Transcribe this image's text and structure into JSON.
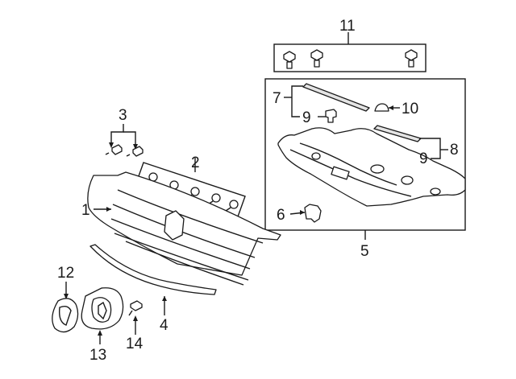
{
  "callouts": {
    "c1": "1",
    "c2": "2",
    "c3": "3",
    "c4": "4",
    "c5": "5",
    "c6": "6",
    "c7": "7",
    "c8": "8",
    "c9a": "9",
    "c9b": "9",
    "c10": "10",
    "c11": "11",
    "c12": "12",
    "c13": "13",
    "c14": "14"
  },
  "colors": {
    "line": "#1a1a1a",
    "fill": "#ffffff",
    "shade": "#e4e4e4"
  }
}
